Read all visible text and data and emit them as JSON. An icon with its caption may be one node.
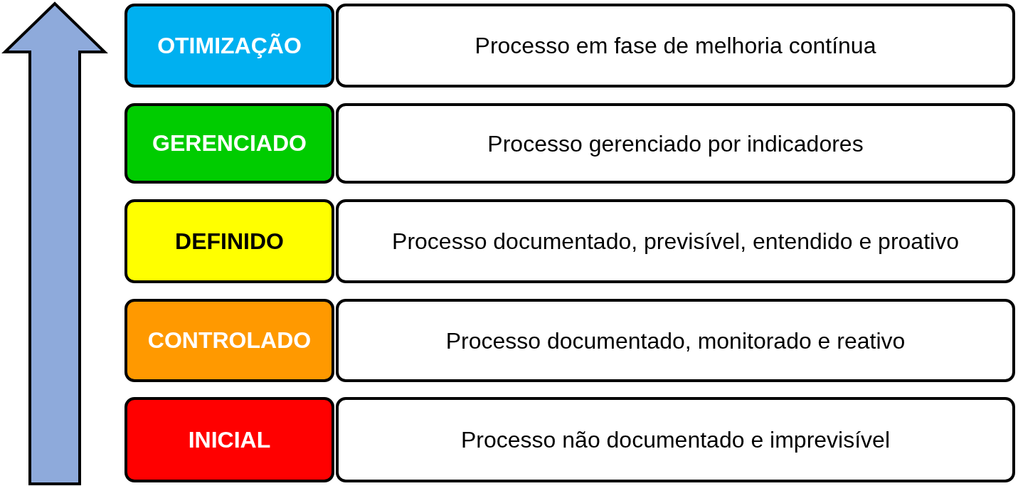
{
  "diagram": {
    "nodes": [
      {
        "text": [
          "OTIMIZAÇÃO"
        ]
      },
      {
        "text": [
          "Processo em fase de melhoria contínua"
        ]
      },
      {
        "text": [
          "GERENCIADO"
        ]
      },
      {
        "text": [
          "Processo gerenciado por indicadores"
        ]
      },
      {
        "text": [
          "DEFINIDO"
        ]
      },
      {
        "text": [
          "Processo documentado, previsível, entendido e proativo"
        ]
      },
      {
        "text": [
          "CONTROLADO"
        ]
      },
      {
        "text": [
          "Processo documentado, monitorado e reativo"
        ]
      },
      {
        "text": [
          "INICIAL"
        ]
      },
      {
        "text": [
          "Processo não documentado e imprevisível"
        ]
      }
    ]
  }
}
